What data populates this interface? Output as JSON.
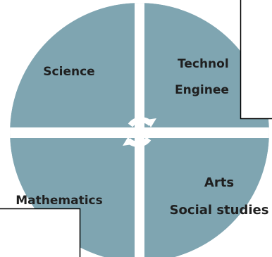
{
  "diagram": {
    "quadrants": {
      "science": {
        "label": "Science"
      },
      "technology": {
        "line1": "Technol",
        "line2": "Enginee"
      },
      "mathematics": {
        "label": "Mathematics"
      },
      "arts": {
        "line1": "Arts",
        "line2": "Social studies"
      }
    },
    "colors": {
      "quadrant_fill": "#7fa5b1",
      "divider": "#ffffff",
      "text": "#1f1f1f",
      "frame": "#000000"
    },
    "center_icon": "cycle-arrows-icon"
  }
}
